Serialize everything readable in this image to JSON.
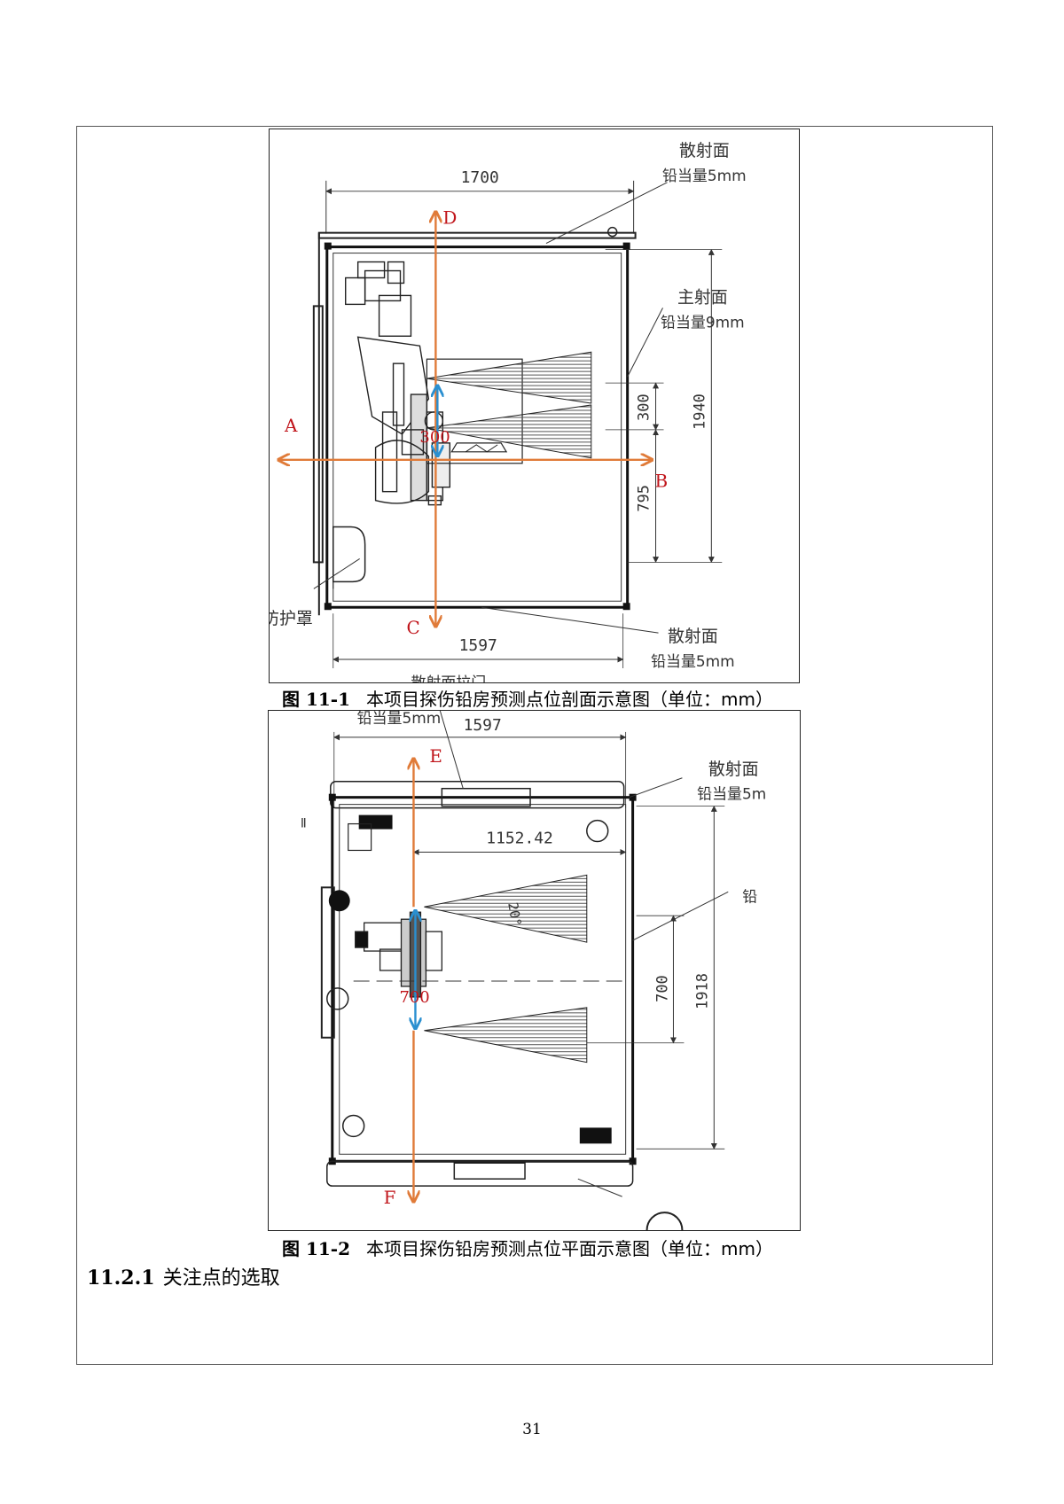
{
  "figure1": {
    "caption_num": "图 11-1",
    "caption_text": "本项目探伤铅房预测点位剖面示意图（单位：mm）",
    "dim_top": "1700",
    "dim_bottom": "1597",
    "dim_right_total": "1940",
    "dim_right_300": "300",
    "dim_right_795": "795",
    "center_label": "300",
    "label_scatter_top": "散射面",
    "label_scatter_top_pb": "铅当量5mm",
    "label_primary": "主射面",
    "label_primary_pb": "铅当量9mm",
    "label_scatter_bottom": "散射面",
    "label_scatter_bottom_pb": "铅当量5mm",
    "label_guard": "防护罩",
    "label_cut_bottom": "散射面拉门",
    "points": {
      "a": "A",
      "b": "B",
      "c": "C",
      "d": "D"
    }
  },
  "figure2": {
    "caption_num": "图 11-2",
    "caption_text": "本项目探伤铅房预测点位平面示意图（单位：mm）",
    "label_cut_top": "铅当量5mm",
    "dim_top": "1597",
    "dim_inner": "1152.42",
    "angle": "20°",
    "dim_right_700": "700",
    "dim_right_total": "1918",
    "center_label": "700",
    "label_scatter": "散射面",
    "label_scatter_pb": "铅当量5m",
    "label_right_cut": "铅",
    "points": {
      "e": "E",
      "f": "F"
    }
  },
  "section": {
    "number": "11.2.1",
    "title": "关注点的选取"
  },
  "page_number": "31",
  "colors": {
    "arrow_orange": "#e07b39",
    "arrow_blue": "#2a8fd0",
    "label_red": "#c0141a"
  }
}
